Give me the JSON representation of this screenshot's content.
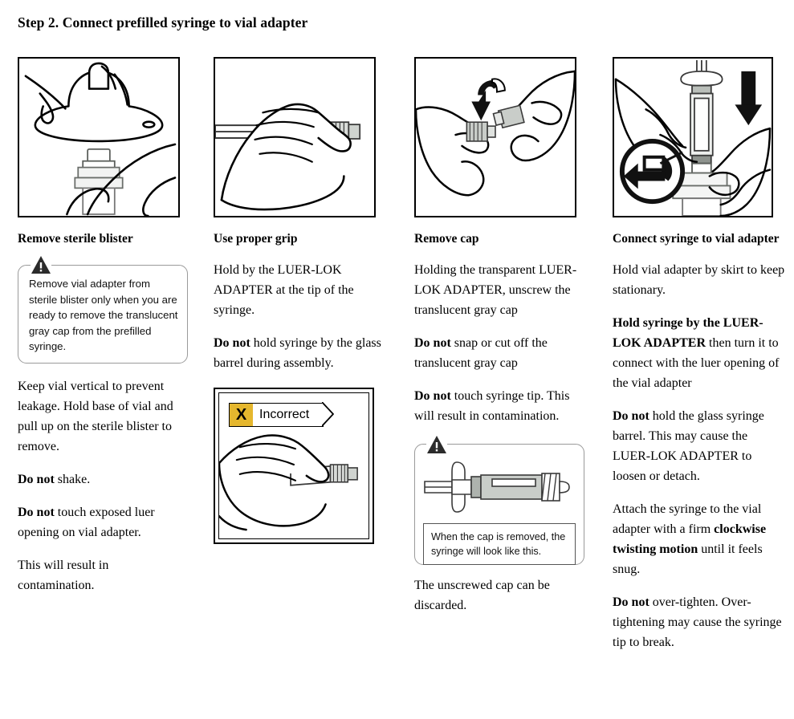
{
  "document": {
    "title": "Step 2. Connect prefilled syringe to vial adapter"
  },
  "colors": {
    "badge_yellow": "#e5b72e",
    "panel_border": "#000000",
    "callout_border": "#9a9a9a",
    "illustration_gray": "#c9cdc9"
  },
  "columns": [
    {
      "panel_name": "remove-sterile-blister-illustration",
      "heading": "Remove sterile blister",
      "callout": {
        "icon": "warning-triangle-icon",
        "text": "Remove vial adapter from sterile blister only when you are ready to remove the translucent gray cap from the prefilled syringe."
      },
      "paragraphs": [
        {
          "bold_prefix": "",
          "text": "Keep vial vertical to prevent leakage. Hold base of vial and pull up on the sterile blister to remove."
        },
        {
          "bold_prefix": "Do not",
          "text": " shake."
        },
        {
          "bold_prefix": "Do not",
          "text": " touch exposed luer opening on vial adapter."
        },
        {
          "bold_prefix": "",
          "text": "This will result in contamination."
        }
      ]
    },
    {
      "panel_name": "use-proper-grip-illustration",
      "heading": "Use proper grip",
      "paragraphs": [
        {
          "bold_prefix": "",
          "text": "Hold by the LUER-LOK ADAPTER at the tip of the syringe."
        },
        {
          "bold_prefix": "Do not",
          "text": " hold syringe by the glass barrel during assembly."
        }
      ],
      "incorrect_box": {
        "badge_mark": "X",
        "badge_label": "Incorrect",
        "illustration_name": "incorrect-grip-illustration"
      }
    },
    {
      "panel_name": "remove-cap-illustration",
      "heading": "Remove cap",
      "paragraphs": [
        {
          "bold_prefix": "",
          "text": "Holding the transparent LUER-LOK ADAPTER, unscrew the translucent gray cap"
        },
        {
          "bold_prefix": "Do not",
          "text": " snap or cut off the translucent gray cap"
        },
        {
          "bold_prefix": "Do not",
          "text": " touch syringe tip. This will result in contamination."
        }
      ],
      "syringe_callout": {
        "icon": "warning-triangle-icon",
        "illustration_name": "uncapped-syringe-illustration",
        "caption": "When the cap is removed, the syringe will look like this."
      },
      "closing_paragraph": "The unscrewed cap can be discarded."
    },
    {
      "panel_name": "connect-syringe-to-vial-adapter-illustration",
      "heading": "Connect syringe to vial adapter",
      "paragraphs": [
        {
          "bold_prefix": "",
          "text": "Hold vial adapter by skirt to keep stationary."
        },
        {
          "bold_prefix": "Hold syringe by the LUER-LOK ADAPTER",
          "text": " then turn it to connect with the luer opening of the vial adapter"
        },
        {
          "bold_prefix": "Do not",
          "text": " hold the glass syringe barrel. This may cause the LUER-LOK ADAPTER to loosen or detach."
        },
        {
          "bold_prefix": "",
          "text": "Attach the syringe to the vial adapter with a firm ",
          "bold_mid": "clockwise twisting motion",
          "text_tail": " until it feels snug."
        },
        {
          "bold_prefix": "Do not",
          "text": " over-tighten. Over-tightening may cause the syringe tip to break."
        }
      ]
    }
  ]
}
